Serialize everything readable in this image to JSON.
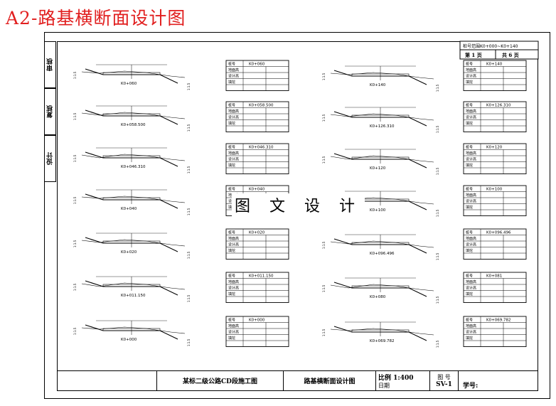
{
  "title": "A2-路基横断面设计图",
  "side_labels": [
    "审核",
    "复核",
    "设计"
  ],
  "header_box": {
    "range": "桩号范围K0+000~K0+140",
    "page": "第 1 页",
    "total": "共 6 页"
  },
  "watermark": "图 文 设 计",
  "title_block": {
    "project": "某标二级公路CD段施工图",
    "drawing_name": "路基横断面设计图",
    "scale": "比例 1:400",
    "date": "日期",
    "fig_label": "图 号",
    "fig_no": "SV-1",
    "student_no": "学号:"
  },
  "left_sections": [
    "K0+060",
    "K0+058.500",
    "K0+046.310",
    "K0+040",
    "K0+020",
    "K0+011.150",
    "K0+000"
  ],
  "right_sections": [
    "K0+140",
    "K0+126.310",
    "K0+120",
    "K0+100",
    "K0+096.496",
    "K0+080",
    "K0+069.782"
  ],
  "left_tables": [
    "K0+060",
    "K0+058.500",
    "K0+046.310",
    "K0+040",
    "K0+020",
    "K0+011.150",
    "K0+000"
  ],
  "right_tables": [
    "K0+140",
    "K0+126.310",
    "K0+120",
    "K0+100",
    "K0+096.496",
    "K0+081",
    "K0+069.782"
  ],
  "table_row_labels": [
    "桩号",
    "地面高",
    "设计高",
    "填挖"
  ],
  "colors": {
    "title": "#e11f1f",
    "line": "#000000"
  }
}
